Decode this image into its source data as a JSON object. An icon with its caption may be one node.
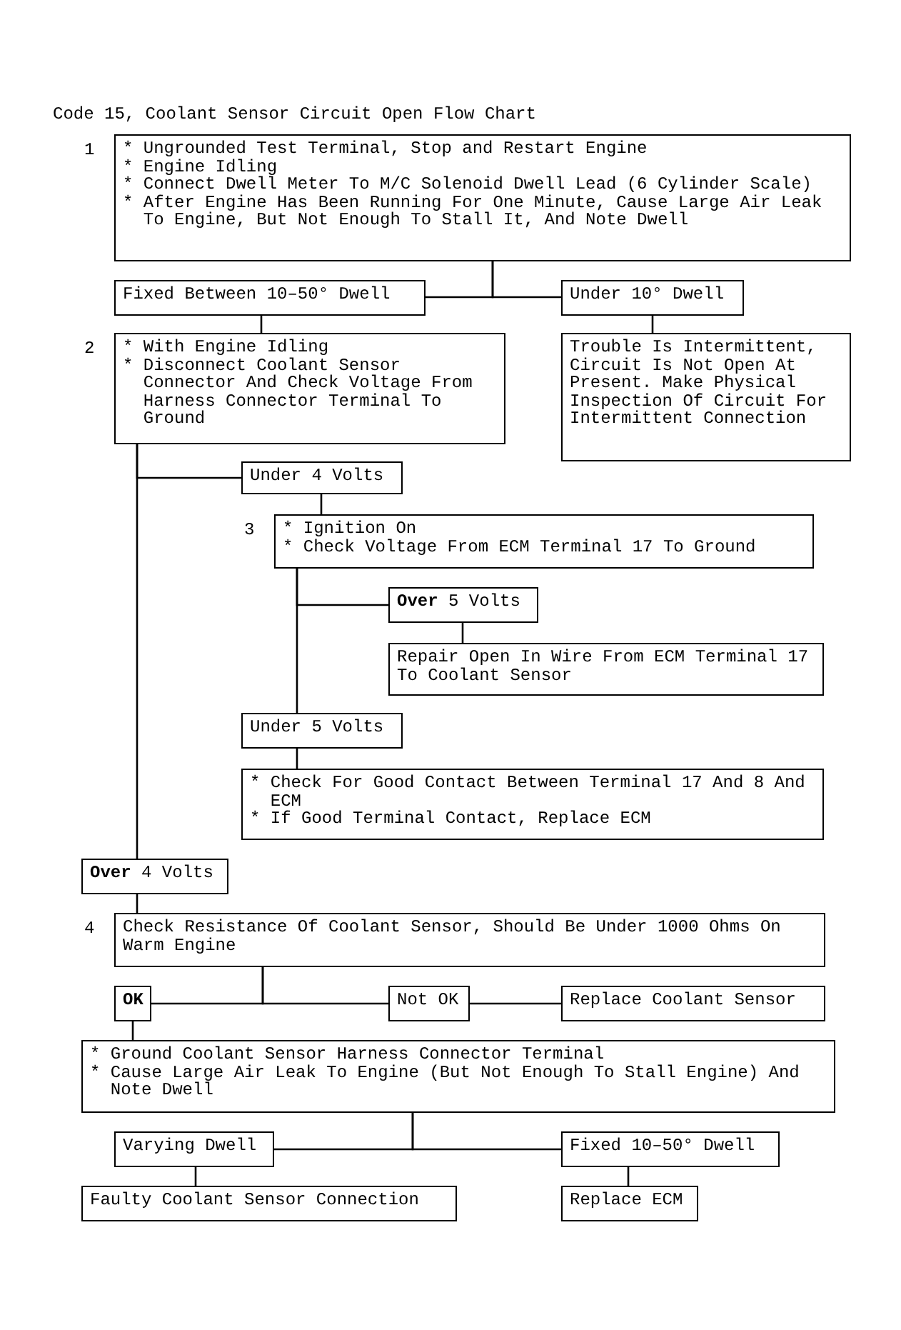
{
  "diagram": {
    "title": "Code 15, Coolant Sensor Circuit Open Flow Chart",
    "nodes": [
      {
        "text": [
          "* Ungrounded Test Terminal, Stop and Restart Engine",
          "* Engine Idling",
          "* Connect Dwell Meter To M/C Solenoid Dwell Lead (6 Cylinder Scale)",
          "* After Engine Has Been Running For One Minute, Cause Large Air Leak To Engine, But Not Enough To Stall It, And Note Dwell"
        ],
        "beside": [
          "1"
        ]
      },
      {
        "text": [
          "Fixed Between 10–50° Dwell"
        ]
      },
      {
        "text": [
          "Under 10° Dwell"
        ]
      },
      {
        "text": [
          "* With Engine Idling",
          "* Disconnect Coolant Sensor Connector And Check Voltage From Harness Connector Terminal To Ground"
        ],
        "beside": [
          "2"
        ]
      },
      {
        "text": [
          "Trouble Is Intermittent, Circuit Is Not Open At Present. Make Physical Inspection Of Circuit For Intermittent Connection"
        ]
      },
      {
        "text": [
          "Under 4 Volts"
        ]
      },
      {
        "text": [
          "* Ignition On",
          "* Check Voltage From ECM Terminal 17 To Ground"
        ],
        "beside": [
          "3"
        ]
      },
      {
        "text": [
          "**Over** 5 Volts"
        ]
      },
      {
        "text": [
          "Repair Open In Wire From ECM Terminal 17 To Coolant Sensor"
        ]
      },
      {
        "text": [
          "Under 5 Volts"
        ]
      },
      {
        "text": [
          "* Check For Good Contact Between Terminal 17 And 8 And ECM",
          "* If Good Terminal Contact, Replace ECM"
        ]
      },
      {
        "text": [
          "**Over** 4 Volts"
        ]
      },
      {
        "text": [
          "Check Resistance Of Coolant Sensor, Should Be Under 1000 Ohms On Warm Engine"
        ],
        "beside": [
          "4"
        ]
      },
      {
        "text": [
          "OK"
        ]
      },
      {
        "text": [
          "Not OK"
        ]
      },
      {
        "text": [
          "Replace Coolant Sensor"
        ]
      },
      {
        "text": [
          "* Ground Coolant Sensor Harness Connector Terminal",
          "* Cause Large Air Leak To Engine (But Not Enough To Stall Engine) And Note Dwell"
        ]
      },
      {
        "text": [
          "Varying Dwell"
        ]
      },
      {
        "text": [
          "Fixed 10–50° Dwell"
        ]
      },
      {
        "text": [
          "Faulty Coolant Sensor Connection"
        ]
      },
      {
        "text": [
          "Replace ECM"
        ]
      }
    ],
    "edges": [
      {
        "from": 0,
        "to": 1,
        "arrow": "none"
      },
      {
        "from": 0,
        "to": 2,
        "arrow": "none"
      },
      {
        "from": 1,
        "to": 3,
        "arrow": "none"
      },
      {
        "from": 2,
        "to": 4,
        "arrow": "none"
      },
      {
        "from": 3,
        "to": 5,
        "arrow": "none"
      },
      {
        "from": 3,
        "to": 11,
        "arrow": "none"
      },
      {
        "from": 5,
        "to": 6,
        "arrow": "none"
      },
      {
        "from": 6,
        "to": 7,
        "arrow": "none"
      },
      {
        "from": 6,
        "to": 9,
        "arrow": "none"
      },
      {
        "from": 7,
        "to": 8,
        "arrow": "none"
      },
      {
        "from": 9,
        "to": 10,
        "arrow": "none"
      },
      {
        "from": 11,
        "to": 12,
        "arrow": "none"
      },
      {
        "from": 12,
        "to": 13,
        "arrow": "none"
      },
      {
        "from": 12,
        "to": 14,
        "arrow": "none"
      },
      {
        "from": 14,
        "to": 15,
        "arrow": "none"
      },
      {
        "from": 13,
        "to": 16,
        "arrow": "none"
      },
      {
        "from": 16,
        "to": 17,
        "arrow": "none"
      },
      {
        "from": 16,
        "to": 18,
        "arrow": "none"
      },
      {
        "from": 17,
        "to": 19,
        "arrow": "none"
      },
      {
        "from": 18,
        "to": 20,
        "arrow": "none"
      }
    ]
  }
}
